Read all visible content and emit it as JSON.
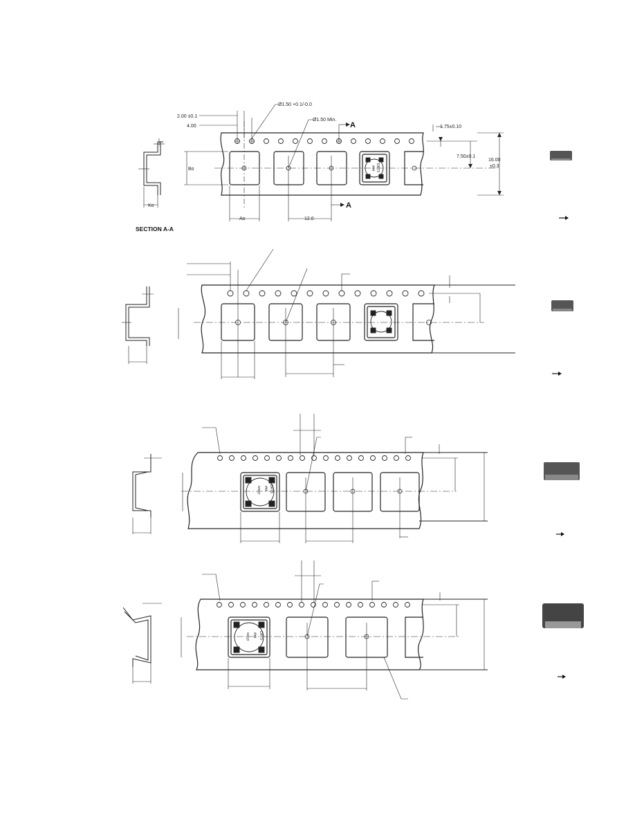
{
  "drawing": {
    "section_label": "SECTION A-A",
    "section_marker": "A",
    "dimensions": {
      "pitch_offset": "2.00 ±0.1",
      "hole_pitch": "4.00",
      "hole_dia": "Ø1.50 +0.1/-0.0",
      "pocket_hole_dia": "Ø1.50 Min.",
      "edge_to_hole": "1.75±0.10",
      "hole_to_pocket_center": "7.50±0.1",
      "tape_width_value": "16.00",
      "tape_width_tol": "±0.3",
      "pocket_pitch": "12.0",
      "pocket_width": "Ao",
      "pocket_length": "Bo",
      "pocket_depth": "Ko"
    },
    "part_marking": {
      "line1": "DR73",
      "line2": "###",
      "line3": "wwyy"
    }
  }
}
